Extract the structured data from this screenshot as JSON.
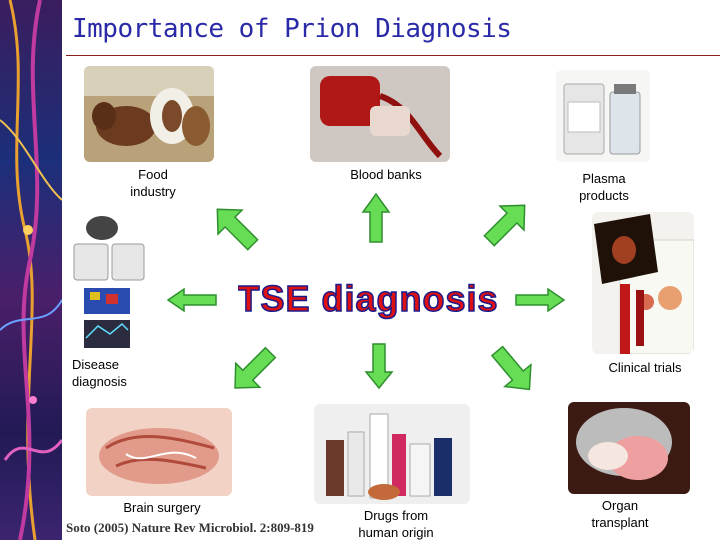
{
  "slide": {
    "title": "Importance of Prion Diagnosis",
    "center_title": "TSE diagnosis",
    "citation": "Soto (2005) Nature Rev Microbiol. 2:809-819"
  },
  "nodes": {
    "food_industry": "Food\nindustry",
    "blood_banks": "Blood banks",
    "plasma_products": "Plasma\nproducts",
    "disease_diagnosis": "Disease\ndiagnosis",
    "clinical_trials": "Clinical trials",
    "brain_surgery": "Brain surgery",
    "drugs": "Drugs from\nhuman origin",
    "organ_transplant": "Organ\ntransplant"
  },
  "colors": {
    "arrow_fill": "#66dd55",
    "arrow_stroke": "#2f8f2f",
    "title_text": "#2a2aa8",
    "center_fill": "#dd1111",
    "center_stroke": "#1a1a8a"
  }
}
